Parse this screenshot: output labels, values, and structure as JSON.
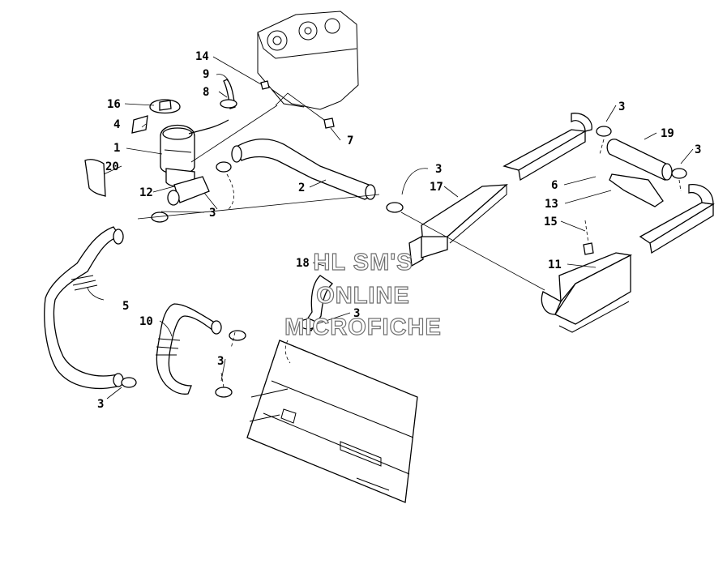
{
  "callouts": [
    "1",
    "2",
    "3",
    "4",
    "5",
    "6",
    "7",
    "8",
    "9",
    "10",
    "11",
    "12",
    "13",
    "14",
    "15",
    "16",
    "17",
    "18",
    "19",
    "20"
  ],
  "watermark": {
    "line1": "HL SM'S",
    "line2": "ONLINE",
    "line3": "MICROFICHE"
  }
}
